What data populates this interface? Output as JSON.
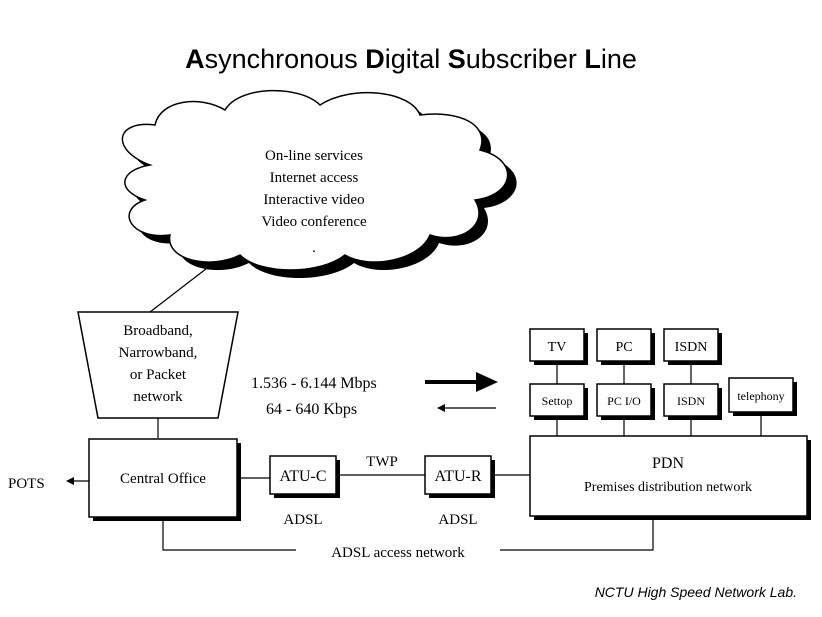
{
  "title": {
    "segments": [
      {
        "text": "A",
        "bold": true
      },
      {
        "text": "synchronous ",
        "bold": false
      },
      {
        "text": "D",
        "bold": true
      },
      {
        "text": "igital ",
        "bold": false
      },
      {
        "text": "S",
        "bold": true
      },
      {
        "text": "ubscriber ",
        "bold": false
      },
      {
        "text": "L",
        "bold": true
      },
      {
        "text": "ine",
        "bold": false
      }
    ]
  },
  "cloud": {
    "lines": [
      "On-line services",
      "Internet access",
      "Interactive video",
      "Video conference",
      ".",
      "."
    ]
  },
  "network": {
    "lines": [
      "Broadband,",
      "Narrowband,",
      "or Packet",
      "network"
    ]
  },
  "rates": {
    "downstream": "1.536 - 6.144 Mbps",
    "upstream": "64 - 640 Kbps"
  },
  "devices": {
    "terminals": [
      "TV",
      "PC",
      "ISDN"
    ],
    "interfaces": [
      "Settop",
      "PC I/O",
      "ISDN",
      "telephony"
    ]
  },
  "central_office": "Central Office",
  "pots": "POTS",
  "atu_c": {
    "label": "ATU-C",
    "sub": "ADSL"
  },
  "atu_r": {
    "label": "ATU-R",
    "sub": "ADSL"
  },
  "twp": "TWP",
  "pdn": {
    "title": "PDN",
    "subtitle": "Premises distribution network"
  },
  "access_network": "ADSL access network",
  "footer": "NCTU High Speed Network Lab."
}
